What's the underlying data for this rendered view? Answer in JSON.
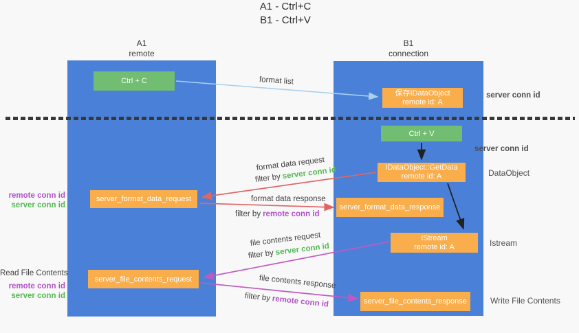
{
  "title": {
    "line1": "A1 - Ctrl+C",
    "line2": "B1 - Ctrl+V"
  },
  "lanes": {
    "left": {
      "name": "A1",
      "role": "remote"
    },
    "right": {
      "name": "B1",
      "role": "connection"
    }
  },
  "nodes": {
    "ctrl_c": {
      "label": "Ctrl + C"
    },
    "ctrl_v": {
      "label": "Ctrl + V"
    },
    "save_dataobject": {
      "line1": "保存IDataObject",
      "line2": "remote id: A"
    },
    "getdata": {
      "line1": "IDataObject::GetData",
      "line2": "remote id: A"
    },
    "istream": {
      "line1": "IStream",
      "line2": "remote id: A"
    },
    "format_request": {
      "label": "server_format_data_request"
    },
    "format_response": {
      "label": "server_format_data_response"
    },
    "file_request": {
      "label": "server_file_contents_request"
    },
    "file_response": {
      "label": "server_file_contents_response"
    }
  },
  "arrow_labels": {
    "format_list": "format list",
    "format_data_request": "format data request",
    "format_data_response": "format data response",
    "file_contents_request": "file contents request",
    "file_contents_response": "file contents response",
    "filter_by": "filter by",
    "server_conn_id": "server conn id",
    "remote_conn_id": "remote conn id"
  },
  "side_labels": {
    "left_format_remote": "remote conn id",
    "left_format_server": "server conn id",
    "read_file_contents": "Read File Contents",
    "left_file_remote": "remote conn id",
    "left_file_server": "server conn id",
    "server_conn_top": "server conn id",
    "server_conn_mid": "server conn id",
    "dataobject": "DataObject",
    "istream": "Istream",
    "write_file_contents": "Write File Contents"
  },
  "colors": {
    "lane_blue": "#4a80d8",
    "node_orange": "#f9ad4b",
    "node_green": "#71bd71",
    "arrow_red": "#e06666",
    "arrow_magenta": "#c159c1",
    "arrow_light_blue": "#a8d1ee",
    "arrow_black": "#212121",
    "text_green": "#53b953",
    "text_purple": "#b052c7",
    "text_gray": "#404040"
  }
}
